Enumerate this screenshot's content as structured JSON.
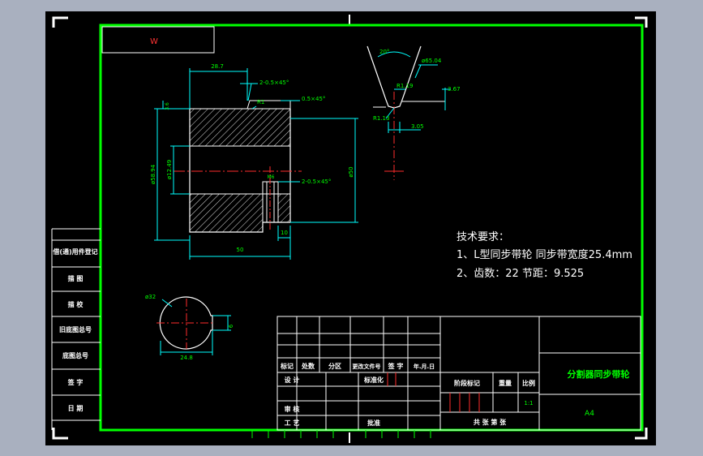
{
  "title_box_code": "W",
  "dimensions": {
    "top_width": "28.7",
    "chamfer_top": "2-0.5×45°",
    "fillet": "R1",
    "chamfer_small": "0.5×45°",
    "left_small": "3.6",
    "outer_dia": "ø58.94",
    "bore_dia": "ø12.49",
    "flange_dia": "ø50",
    "hole_label": "M6",
    "chamfer_bottom": "2-0.5×45°",
    "step_width": "10",
    "overall_width": "50",
    "keyway_dia": "ø32",
    "keyway_height": "24.8",
    "keyway_width": "6"
  },
  "tooth": {
    "angle": "20°",
    "pitch_dia": "ø65.04",
    "radius_top": "R1.19",
    "radius_bottom": "R1.13",
    "depth": "3.67",
    "width": "3.05"
  },
  "tech": {
    "heading": "技术要求：",
    "line1": "1、L型同步带轮 同步带宽度25.4mm",
    "line2": "2、齿数：22 节距：9.525"
  },
  "side_labels": [
    "借(通)用件登记",
    "描 图",
    "描 校",
    "旧底图总号",
    "底图总号",
    "签 字",
    "日 期"
  ],
  "title_block": {
    "header_cells": [
      "标记",
      "处数",
      "分区",
      "更改文件号",
      "签 字",
      "年.月.日"
    ],
    "row_design": "设 计",
    "row_standard": "标准化",
    "row_check": "审 核",
    "row_process": "工 艺",
    "row_approve": "批准",
    "stage_label": "阶段标记",
    "weight_label": "重量",
    "scale_label": "比例",
    "scale_value": "1:1",
    "sheets": "共 张 第 张",
    "drawing_name": "分割器同步带轮",
    "paper_size": "A4"
  }
}
